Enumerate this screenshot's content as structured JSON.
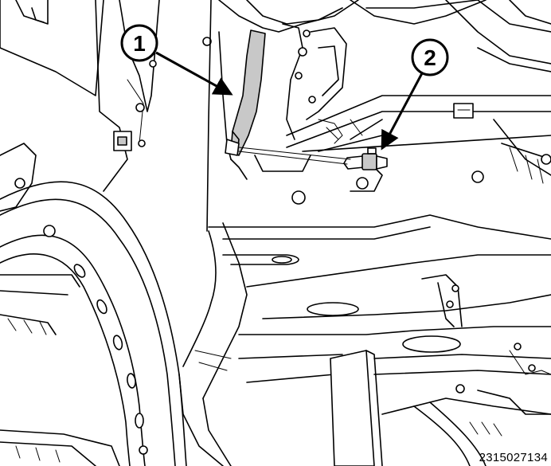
{
  "figure": {
    "callouts": [
      {
        "label": "1"
      },
      {
        "label": "2"
      }
    ],
    "figure_number": "2315027134"
  }
}
